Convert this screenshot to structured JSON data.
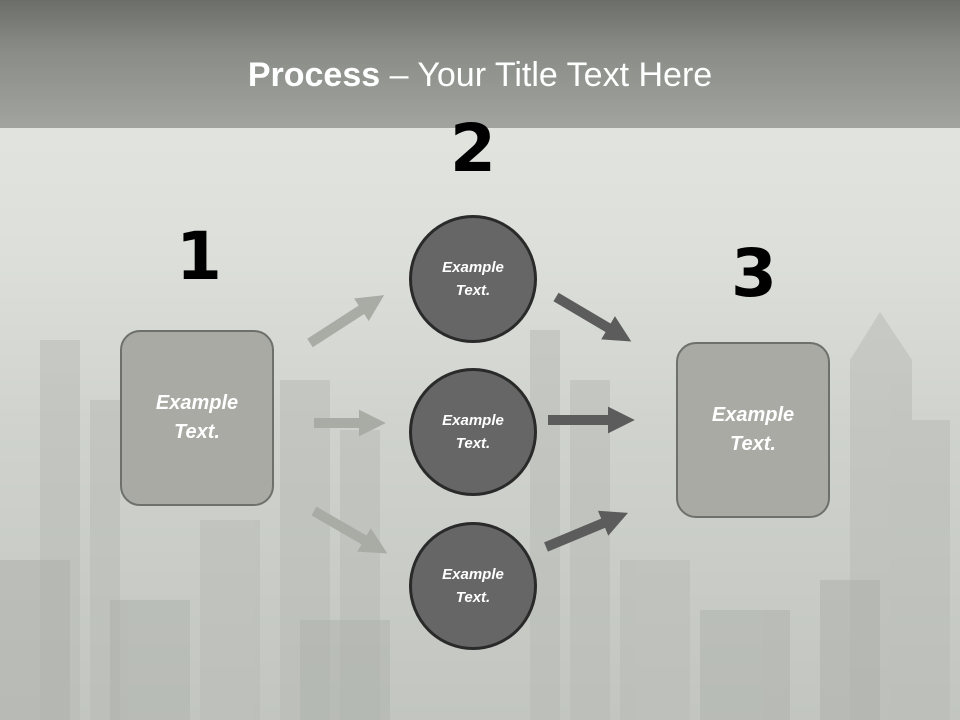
{
  "title": {
    "bold": "Process",
    "rest": " – Your Title Text Here"
  },
  "steps": {
    "one": "1",
    "two": "2",
    "three": "3"
  },
  "left_box": {
    "line1": "Example",
    "line2": "Text."
  },
  "right_box": {
    "line1": "Example",
    "line2": "Text."
  },
  "circles": [
    {
      "line1": "Example",
      "line2": "Text."
    },
    {
      "line1": "Example",
      "line2": "Text."
    },
    {
      "line1": "Example",
      "line2": "Text."
    }
  ],
  "colors": {
    "title_bar": "#8a8d87",
    "box_fill": "#a8aaa3",
    "circle_fill": "#666666",
    "arrow_light": "#a9aba5",
    "arrow_dark": "#5c5c5c"
  }
}
